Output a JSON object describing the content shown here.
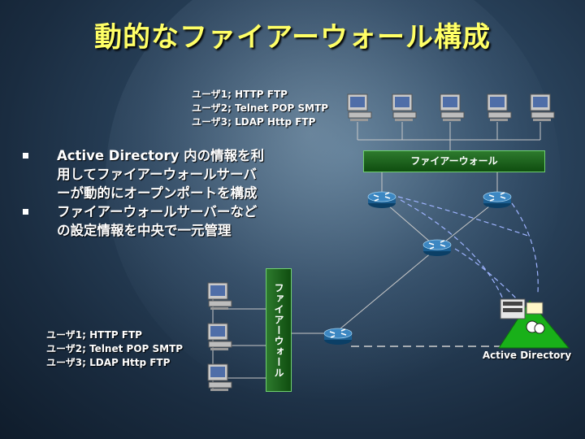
{
  "title": "動的なファイアーウォール構成",
  "users_top": [
    "ユーザ1; HTTP FTP",
    "ユーザ2; Telnet POP SMTP",
    "ユーザ3; LDAP Http FTP"
  ],
  "bullets": [
    "Active Directory 内の情報を利用してファイアーウォールサーバーが動的にオープンポートを構成",
    "ファイアーウォールサーバーなどの設定情報を中央で一元管理"
  ],
  "users_bottom": [
    "ユーザ1; HTTP FTP",
    "ユーザ2; Telnet POP SMTP",
    "ユーザ3; LDAP Http FTP"
  ],
  "firewall_top_label": "ファイアーウォール",
  "firewall_side_label": "ファイアーウォール",
  "ad_label": "Active Directory"
}
